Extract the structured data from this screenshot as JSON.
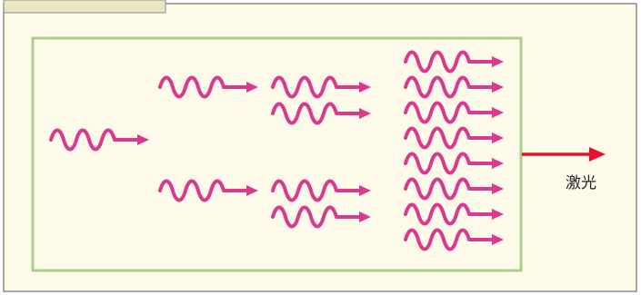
{
  "figure": {
    "caption": "",
    "output_label": "激光"
  },
  "colors": {
    "panel_background": "#fdfaea",
    "panel_border": "#8a8a8a",
    "caption_tab": "#e9e6c4",
    "cavity_border": "#a6d08c",
    "photon": "#d93a8e",
    "output_arrow": "#e4122c",
    "label_text": "#222222"
  },
  "icons": {
    "photon": "wavy-photon-arrow-icon",
    "output": "right-arrow-icon"
  },
  "stages": [
    {
      "name": "stage-1",
      "photons": 1
    },
    {
      "name": "stage-2",
      "photons": 2
    },
    {
      "name": "stage-3",
      "photons": 4
    },
    {
      "name": "stage-4",
      "photons": 8
    }
  ]
}
